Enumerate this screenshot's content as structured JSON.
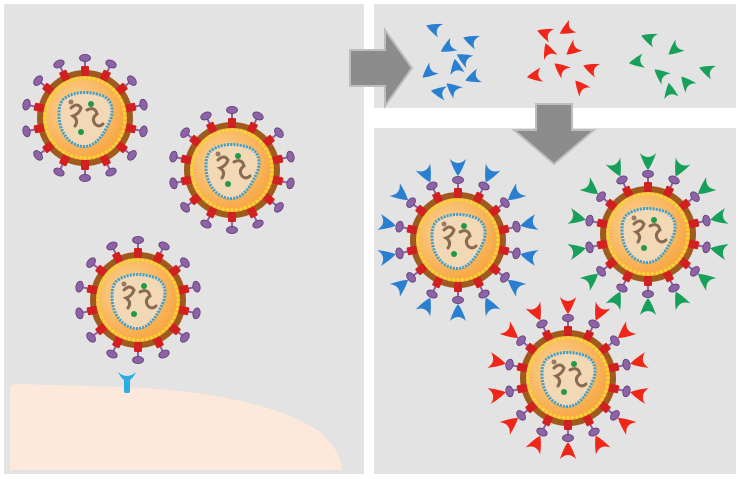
{
  "diagram": {
    "panels": [
      {
        "id": "left",
        "label": ""
      },
      {
        "id": "top-right",
        "label": ""
      },
      {
        "id": "bottom-right",
        "label": ""
      }
    ],
    "arrows": [
      {
        "id": "right-arrow",
        "direction": "right"
      },
      {
        "id": "down-arrow",
        "direction": "down"
      }
    ],
    "colors": {
      "background": "#ffffff",
      "panel": "#e3e3e3",
      "cell": "#fde9dc",
      "arrow": "#8c8c8c",
      "arrow_edge": "#bdbdbd",
      "virus_outer": "#a05a1e",
      "virus_core": "#f7a23a",
      "virus_core_light": "#fcd9a0",
      "lipid_dots": "#f7d531",
      "spike": "#d22020",
      "knob": "#8e62a6",
      "capsid": "#f3d8b5",
      "capsid_edge": "#3aa0d0",
      "rna": "#8a6a52",
      "enzyme": "#1e9a4a",
      "receptor": "#29aee0",
      "antibody_blue": "#2a7fd0",
      "antibody_red": "#f02618",
      "antibody_green": "#18a05a"
    },
    "viruses": [
      {
        "name": "virus-1",
        "panel": "left",
        "coating": "none"
      },
      {
        "name": "virus-2",
        "panel": "left",
        "coating": "none"
      },
      {
        "name": "virus-3",
        "panel": "left",
        "coating": "none",
        "bound_to_receptor": true
      },
      {
        "name": "virus-blue",
        "panel": "bottom-right",
        "coating": "antibody_blue"
      },
      {
        "name": "virus-green",
        "panel": "bottom-right",
        "coating": "antibody_green"
      },
      {
        "name": "virus-red",
        "panel": "bottom-right",
        "coating": "antibody_red"
      }
    ],
    "free_antibody_groups": [
      {
        "name": "blue-antibodies",
        "color": "antibody_blue",
        "count": 9
      },
      {
        "name": "red-antibodies",
        "color": "antibody_red",
        "count": 8
      },
      {
        "name": "green-antibodies",
        "color": "antibody_green",
        "count": 7
      }
    ]
  }
}
